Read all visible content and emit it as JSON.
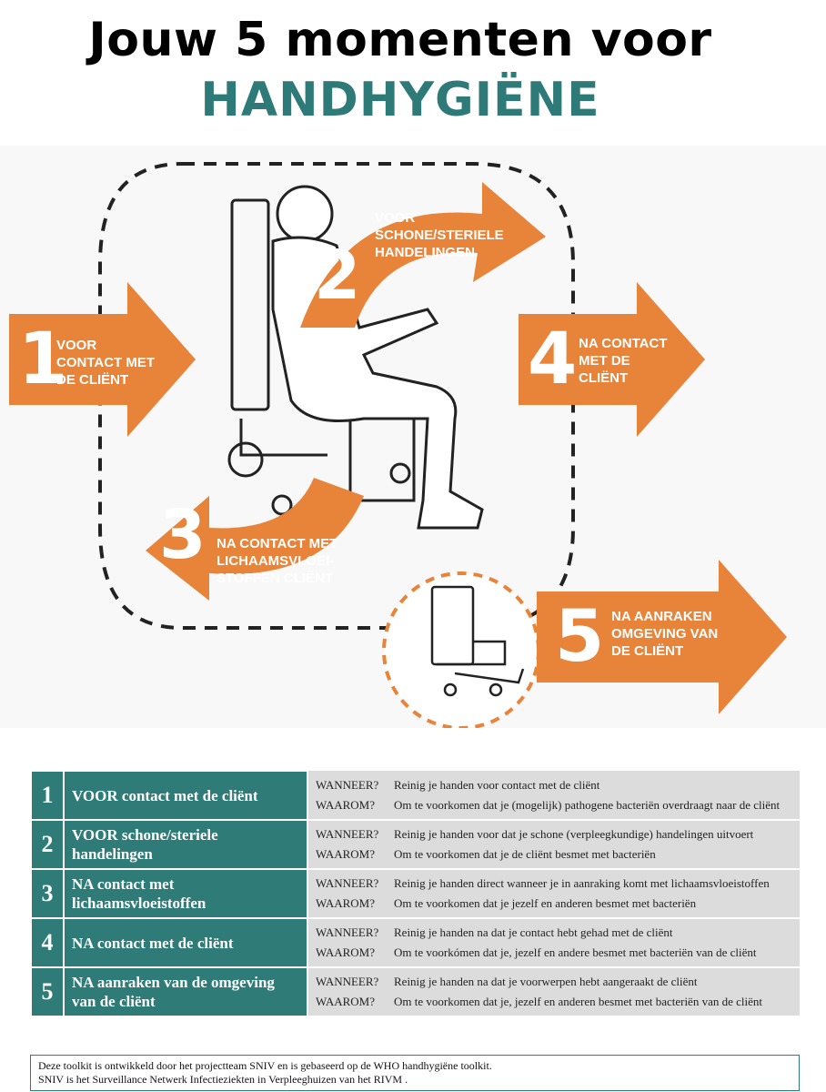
{
  "header": {
    "title_line1": "Jouw 5 momenten voor",
    "title_line2": "HANDHYGIËNE"
  },
  "colors": {
    "orange": "#e8843a",
    "teal": "#2f7b78",
    "grey": "#dcdcdc"
  },
  "illustration": {
    "moments": [
      {
        "num": "1",
        "lines": [
          "VOOR",
          "CONTACT MET",
          "DE CLIËNT"
        ]
      },
      {
        "num": "2",
        "lines": [
          "VOOR",
          "SCHONE/STERIELE",
          "HANDELINGEN"
        ]
      },
      {
        "num": "3",
        "lines": [
          "NA CONTACT MET",
          "LICHAAMSVLOEI-",
          "STOFFEN CLIËNT"
        ]
      },
      {
        "num": "4",
        "lines": [
          "NA CONTACT",
          "MET DE",
          "CLIËNT"
        ]
      },
      {
        "num": "5",
        "lines": [
          "NA AANRAKEN",
          "OMGEVING VAN",
          "DE CLIËNT"
        ]
      }
    ]
  },
  "table": {
    "rows": [
      {
        "num": "1",
        "title": "VOOR contact met de cliënt",
        "q1": "WANNEER?",
        "a1": "Reinig je handen voor contact met de cliënt",
        "q2": "WAAROM?",
        "a2": "Om te voorkomen dat je (mogelijk) pathogene bacteriën overdraagt naar de cliënt"
      },
      {
        "num": "2",
        "title": "VOOR schone/steriele handelingen",
        "q1": "WANNEER?",
        "a1": "Reinig je handen voor dat je schone (verpleegkundige) handelingen uitvoert",
        "q2": "WAAROM?",
        "a2": "Om te voorkomen dat je de cliënt besmet met bacteriën"
      },
      {
        "num": "3",
        "title": "NA contact met lichaamsvloeistoffen",
        "q1": "WANNEER?",
        "a1": "Reinig je handen direct wanneer je in aanraking komt met lichaamsvloeistoffen",
        "q2": "WAAROM?",
        "a2": "Om te voorkomen dat je jezelf en anderen besmet met bacteriën"
      },
      {
        "num": "4",
        "title": "NA contact met de cliënt",
        "q1": "WANNEER?",
        "a1": "Reinig je handen na dat je contact hebt gehad met de cliënt",
        "q2": "WAAROM?",
        "a2": "Om te voorkómen dat je, jezelf en andere besmet met bacteriën van de cliënt"
      },
      {
        "num": "5",
        "title": "NA aanraken van de omgeving van de cliënt",
        "q1": "WANNEER?",
        "a1": "Reinig je handen na dat je voorwerpen hebt aangeraakt de cliënt",
        "q2": "WAAROM?",
        "a2": "Om te voorkomen dat je, jezelf en anderen besmet met bacteriën van de cliënt"
      }
    ]
  },
  "footer": {
    "line1": "Deze toolkit is ontwikkeld door het projectteam SNIV en is gebaseerd op de WHO handhygiëne toolkit.",
    "line2": "SNIV is het Surveillance Netwerk Infectieziekten in Verpleeghuizen van het RIVM ."
  }
}
